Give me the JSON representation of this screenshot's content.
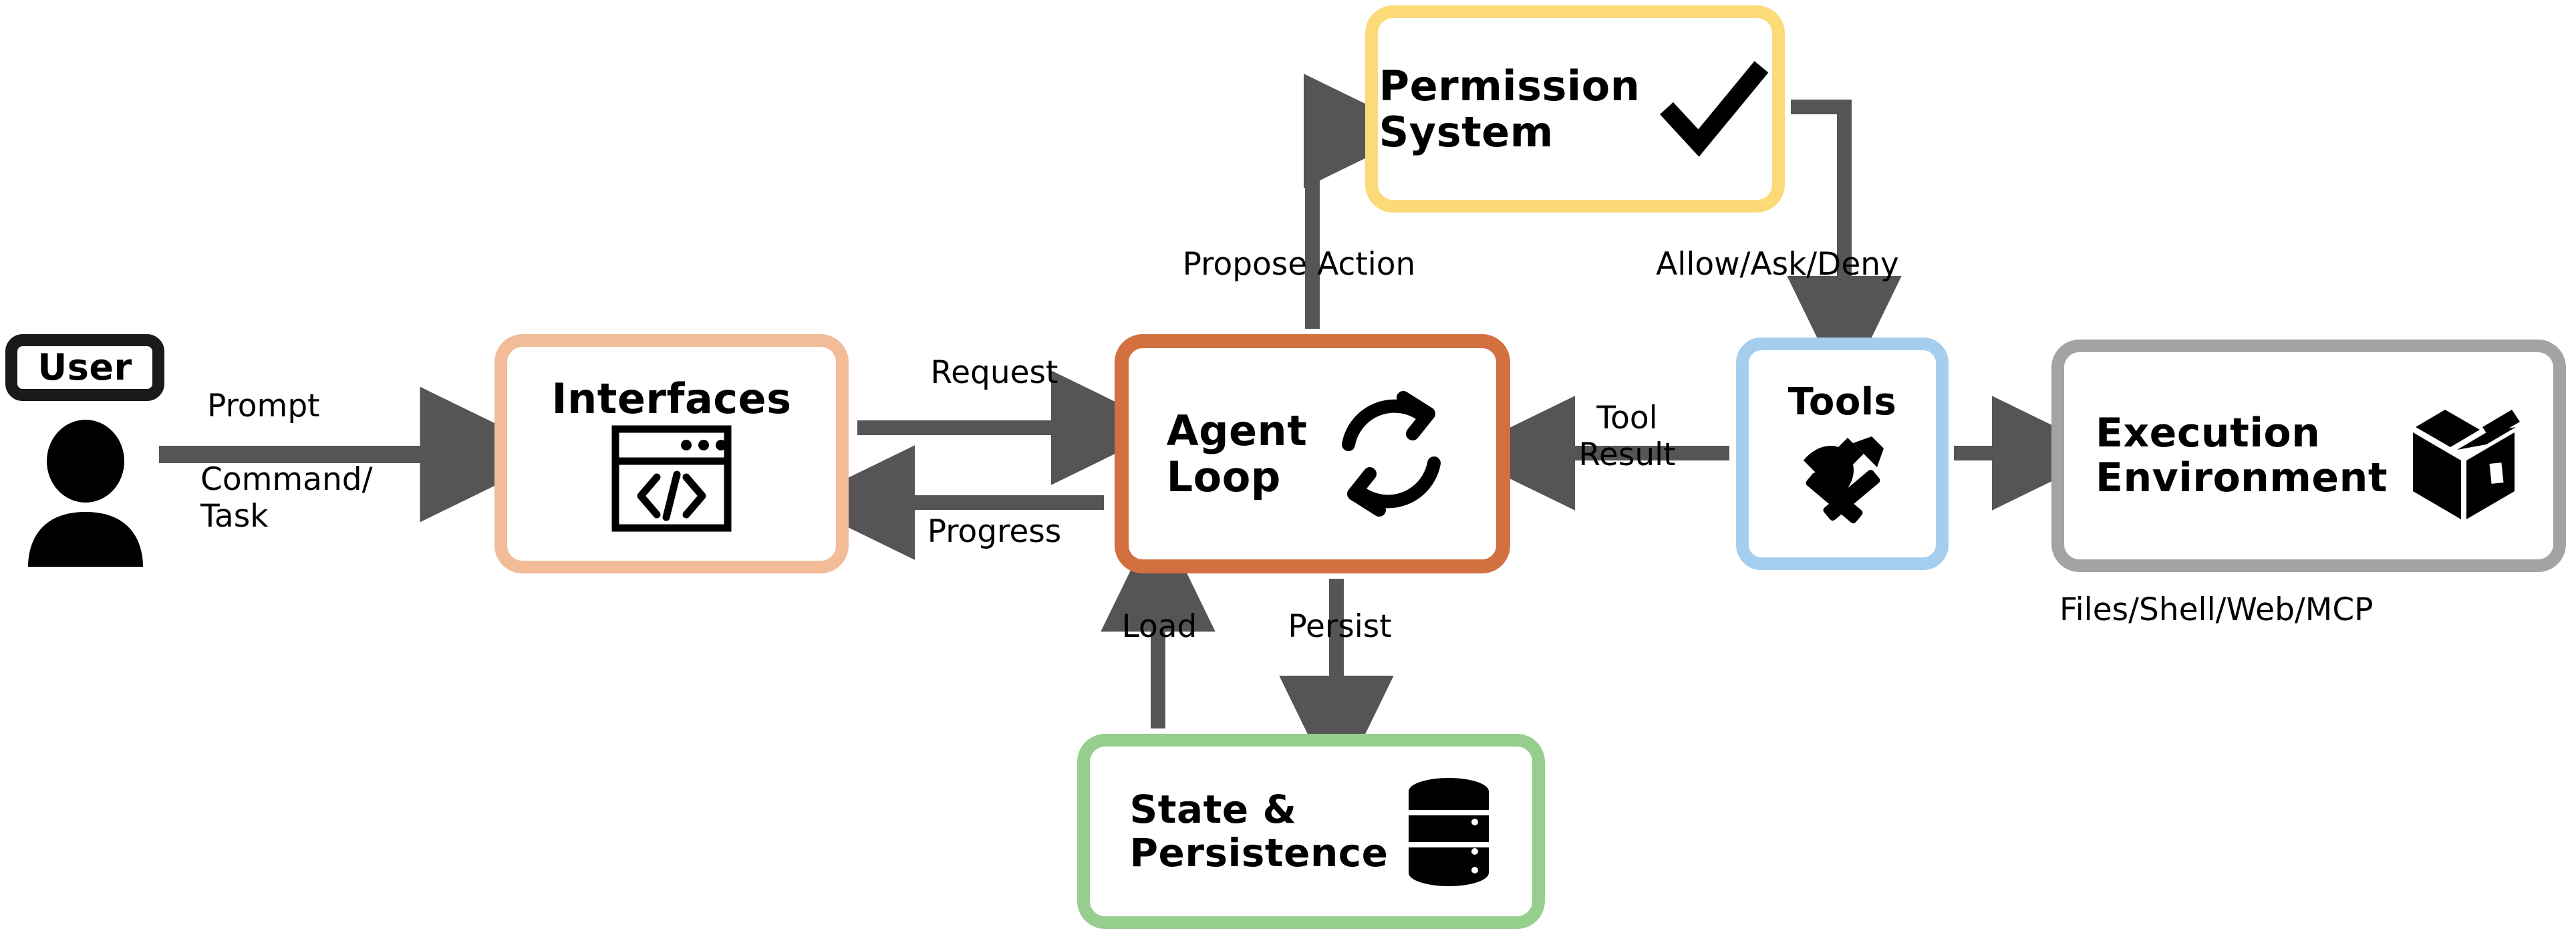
{
  "diagram": {
    "title": "Agent Architecture Flow",
    "background": "#ffffff",
    "arrow_color": "#555555"
  },
  "nodes": {
    "user": {
      "label": "User",
      "icon": "person-icon",
      "border_color": "#1a1a1a",
      "fill": "#ffffff"
    },
    "interfaces": {
      "label": "Interfaces",
      "icon": "code-window-icon",
      "border_color": "#F2BC99",
      "fill": "#ffffff"
    },
    "agent_loop": {
      "label": "Agent\nLoop",
      "icon": "refresh-loop-icon",
      "border_color": "#D2703F",
      "fill": "#ffffff"
    },
    "permission_system": {
      "label": "Permission\nSystem",
      "icon": "checkmark-icon",
      "border_color": "#FBDA77",
      "fill": "#ffffff"
    },
    "tools": {
      "label": "Tools",
      "icon": "hammer-pickaxe-icon",
      "border_color": "#A5CDEE",
      "fill": "#ffffff"
    },
    "execution_environment": {
      "label": "Execution\nEnvironment",
      "icon": "open-box-icon",
      "border_color": "#A3A3A3",
      "fill": "#ffffff",
      "caption": "Files/Shell/Web/MCP"
    },
    "state_persistence": {
      "label": "State &\nPersistence",
      "icon": "database-icon",
      "border_color": "#96CE8D",
      "fill": "#ffffff"
    }
  },
  "edges": [
    {
      "id": "prompt",
      "from": "user",
      "to": "interfaces",
      "label": "Prompt",
      "direction": "right"
    },
    {
      "id": "commandtask",
      "from": "user",
      "to": "interfaces",
      "label": "Command/\nTask",
      "direction": "right"
    },
    {
      "id": "request",
      "from": "interfaces",
      "to": "agent_loop",
      "label": "Request",
      "direction": "right"
    },
    {
      "id": "progress",
      "from": "agent_loop",
      "to": "interfaces",
      "label": "Progress",
      "direction": "left"
    },
    {
      "id": "propose",
      "from": "agent_loop",
      "to": "permission_system",
      "label": "Propose Action",
      "direction": "up-right"
    },
    {
      "id": "allow",
      "from": "permission_system",
      "to": "tools",
      "label": "Allow/Ask/Deny",
      "direction": "right-down"
    },
    {
      "id": "toolresult",
      "from": "tools",
      "to": "agent_loop",
      "label": "Tool\nResult",
      "direction": "left"
    },
    {
      "id": "execute",
      "from": "tools",
      "to": "execution_environment",
      "label": "",
      "direction": "right"
    },
    {
      "id": "load",
      "from": "state_persistence",
      "to": "agent_loop",
      "label": "Load",
      "direction": "up"
    },
    {
      "id": "persist",
      "from": "agent_loop",
      "to": "state_persistence",
      "label": "Persist",
      "direction": "down"
    }
  ]
}
